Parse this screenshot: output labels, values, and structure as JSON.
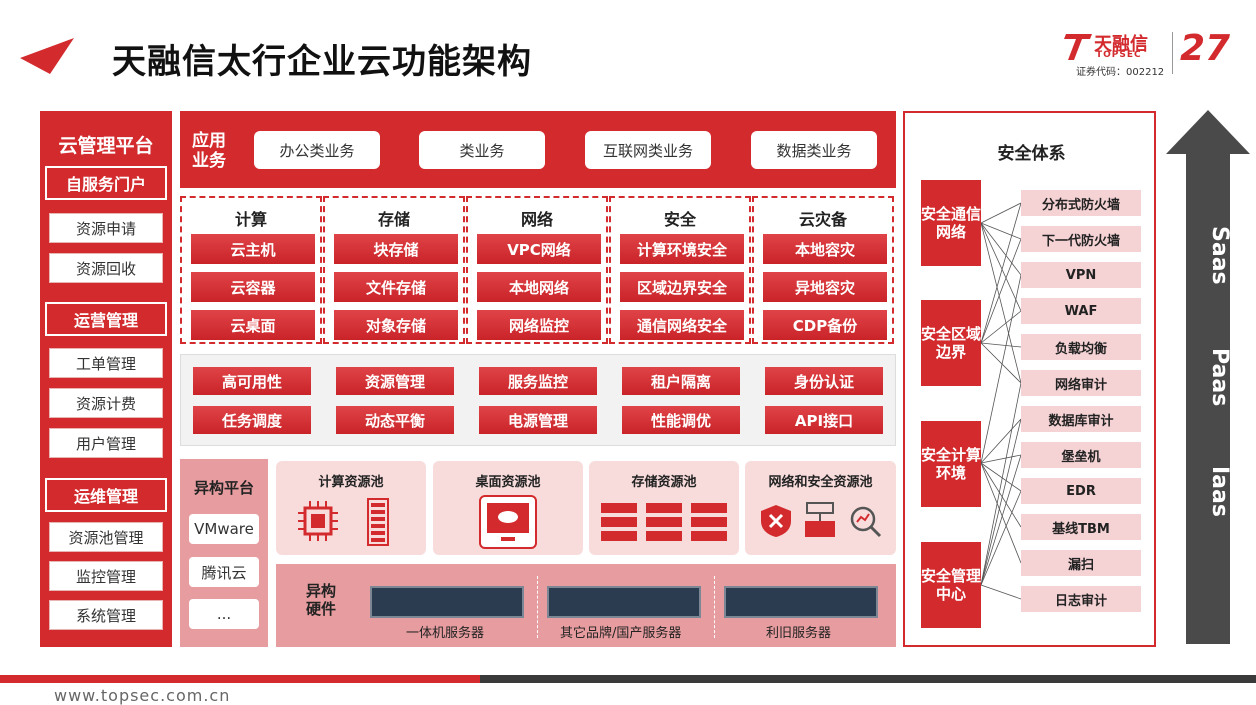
{
  "title": "天融信太行企业云功能架构",
  "brand": {
    "name": "天融信",
    "latin": "TOPSEC",
    "stock_code": "证券代码：002212",
    "anniversary": "27"
  },
  "left_column": {
    "title": "云管理平台",
    "sections": [
      {
        "header": "自服务门户",
        "items": [
          "资源申请",
          "资源回收"
        ]
      },
      {
        "header": "运营管理",
        "items": [
          "工单管理",
          "资源计费",
          "用户管理"
        ]
      },
      {
        "header": "运维管理",
        "items": [
          "资源池管理",
          "监控管理",
          "系统管理"
        ]
      }
    ]
  },
  "app_row": {
    "label": "应用 业务",
    "items": [
      "办公类业务",
      "类业务",
      "互联网类业务",
      "数据类业务"
    ]
  },
  "modules": [
    {
      "title": "计算",
      "items": [
        "云主机",
        "云容器",
        "云桌面"
      ]
    },
    {
      "title": "存储",
      "items": [
        "块存储",
        "文件存储",
        "对象存储"
      ]
    },
    {
      "title": "网络",
      "items": [
        "VPC网络",
        "本地网络",
        "网络监控"
      ]
    },
    {
      "title": "安全",
      "items": [
        "计算环境安全",
        "区域边界安全",
        "通信网络安全"
      ]
    },
    {
      "title": "云灾备",
      "items": [
        "本地容灾",
        "异地容灾",
        "CDP备份"
      ]
    }
  ],
  "features": [
    [
      "高可用性",
      "资源管理",
      "服务监控",
      "租户隔离",
      "身份认证"
    ],
    [
      "任务调度",
      "动态平衡",
      "电源管理",
      "性能调优",
      "API接口"
    ]
  ],
  "hetero_platform": {
    "title": "异构平台",
    "items": [
      "VMware",
      "腾讯云",
      "..."
    ]
  },
  "pools": [
    "计算资源池",
    "桌面资源池",
    "存储资源池",
    "网络和安全资源池"
  ],
  "hardware": {
    "label": "异构 硬件",
    "servers": [
      "一体机服务器",
      "其它品牌/国产服务器",
      "利旧服务器"
    ]
  },
  "security": {
    "title": "安全体系",
    "categories": [
      "安全通信网络",
      "安全区域边界",
      "安全计算环境",
      "安全管理中心"
    ],
    "products": [
      "分布式防火墙",
      "下一代防火墙",
      "VPN",
      "WAF",
      "负载均衡",
      "网络审计",
      "数据库审计",
      "堡垒机",
      "EDR",
      "基线TBM",
      "漏扫",
      "日志审计"
    ]
  },
  "service_layers": [
    "Saas",
    "Paas",
    "Iaas"
  ],
  "footer_url": "www.topsec.com.cn",
  "colors": {
    "accent": "#d32a2e",
    "dark": "#3a3a3a",
    "pink": "#e79da0"
  }
}
